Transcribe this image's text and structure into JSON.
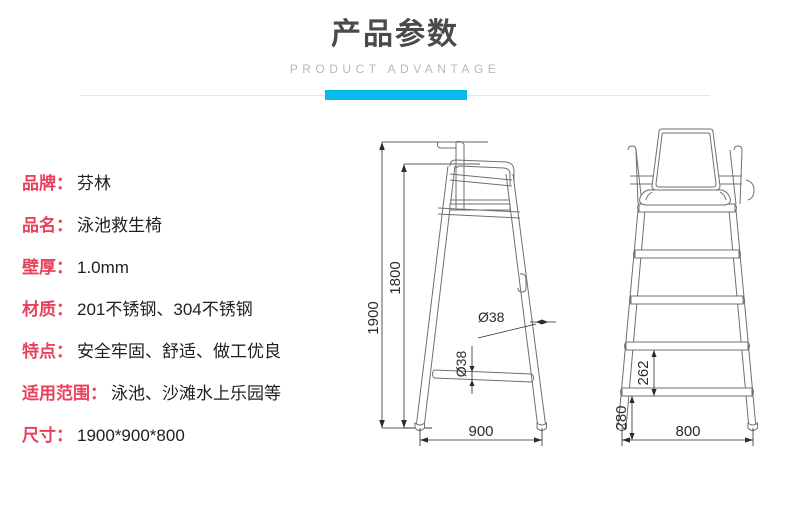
{
  "header": {
    "title": "产品参数",
    "subtitle": "PRODUCT   ADVANTAGE",
    "accent_color": "#06bbea",
    "rule_color": "#e6e6e6",
    "title_color": "#4a4a4a",
    "subtitle_color": "#b8b8b8"
  },
  "specs": {
    "label_color": "#e8415c",
    "value_color": "#1f1f1f",
    "rows": [
      {
        "label": "品牌：",
        "value": "芬林"
      },
      {
        "label": "品名：",
        "value": "泳池救生椅"
      },
      {
        "label": "壁厚：",
        "value": "1.0mm"
      },
      {
        "label": "材质：",
        "value": "201不锈钢、304不锈钢"
      },
      {
        "label": "特点：",
        "value": "安全牢固、舒适、做工优良"
      },
      {
        "label": "适用范围：",
        "value": "泳池、沙滩水上乐园等"
      },
      {
        "label": "尺寸：",
        "value": "1900*900*800"
      }
    ]
  },
  "drawings": {
    "side_view": {
      "name": "lifeguard-chair-side-view",
      "dimensions": {
        "overall_height": "1900",
        "seat_height": "1800",
        "base_width": "900",
        "tube_diameter_leg": "Ø38",
        "tube_diameter_rail": "Ø38"
      }
    },
    "front_view": {
      "name": "lifeguard-chair-front-view",
      "dimensions": {
        "step_spacing": "262",
        "bottom_step_height": "280",
        "base_width": "800"
      }
    }
  }
}
